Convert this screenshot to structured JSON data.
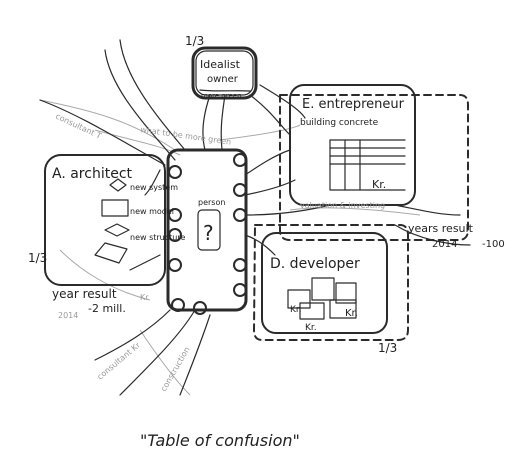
{
  "title": "\"Table of confusion\"",
  "idealist": {
    "label": "Idealist owner",
    "sub": "more green",
    "fraction": "1/3"
  },
  "entrepreneur": {
    "label": "E. entrepreneur",
    "sub": "building concrete",
    "kr": "Kr."
  },
  "architect": {
    "label": "A. architect",
    "items": [
      "new system",
      "new model",
      "new structure"
    ],
    "result": "year result",
    "result_value": "-2 mill.",
    "year": "2014",
    "fraction": "1/3"
  },
  "developer": {
    "label": "D. developer",
    "kr": [
      "Kr.",
      "Kr.",
      "Kr."
    ],
    "fraction": "1/3"
  },
  "center": {
    "label": "person",
    "mark": "?"
  },
  "years_result": {
    "label": "years result",
    "year": "2014",
    "value": "-100"
  },
  "faint_notes": {
    "n1": "what to be more green",
    "n2": "valuation & investing",
    "n3": "consultant T",
    "n4": "consultant Kr",
    "n5": "Kr",
    "n6": "construction"
  }
}
